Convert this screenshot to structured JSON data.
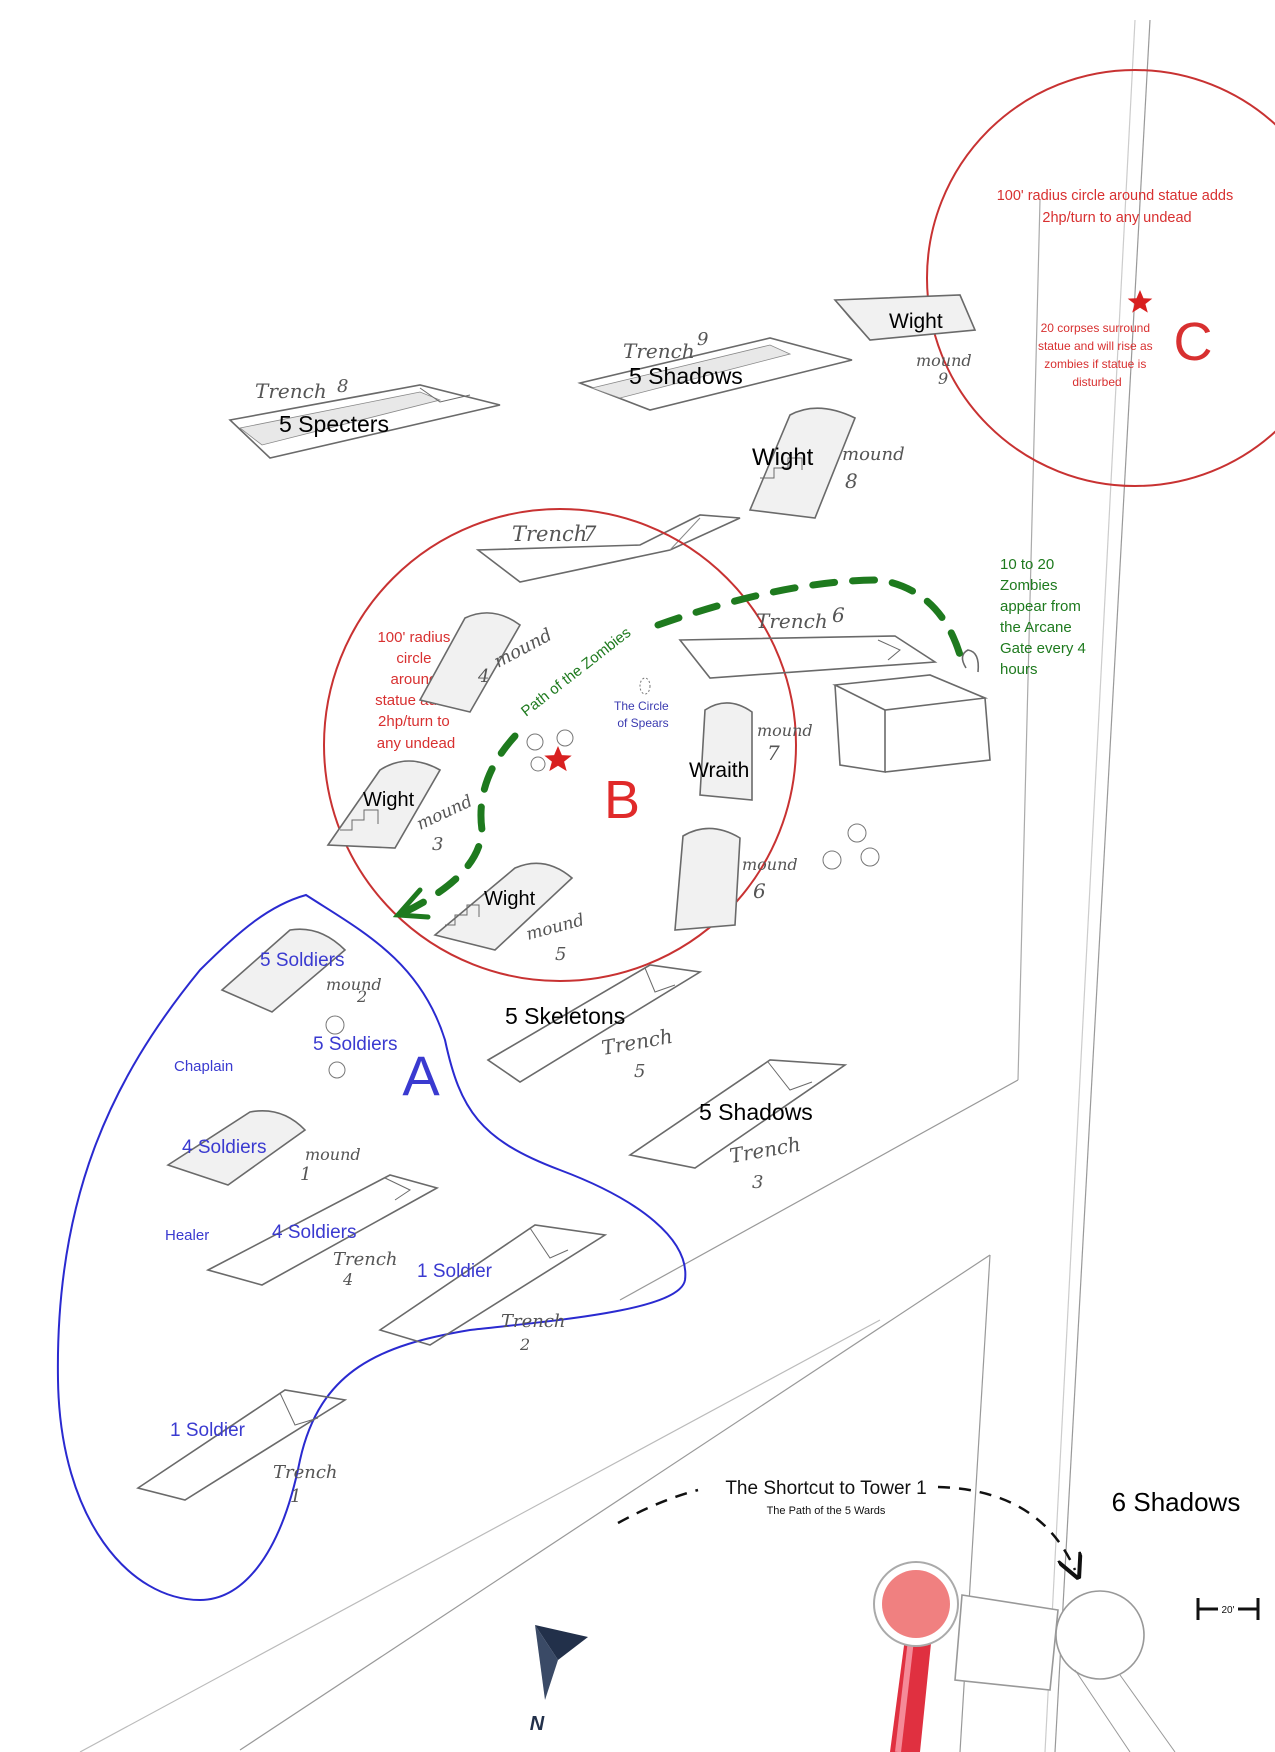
{
  "colors": {
    "pencil": "#6a6a6a",
    "zone_a": "#2a2ad0",
    "zone_b": "#c83232",
    "zone_c": "#d83030",
    "path_green": "#1e7a1e",
    "tower_red": "#f08080",
    "compass": "#22304a"
  },
  "zones": {
    "a": {
      "letter": "A"
    },
    "b": {
      "letter": "B",
      "note": [
        "100' radius",
        "circle",
        "around",
        "statue adds",
        "2hp/turn to",
        "any undead"
      ]
    },
    "c": {
      "letter": "C",
      "note": [
        "100' radius circle around statue adds",
        "2hp/turn to any undead"
      ],
      "corpses": [
        "20 corpses surround",
        "statue and will rise as",
        "zombies if statue is",
        "disturbed"
      ]
    }
  },
  "path": {
    "label": "Path of the Zombies",
    "zombies_note": [
      "10 to 20",
      "Zombies",
      "appear from",
      "the Arcane",
      "Gate every 4",
      "hours"
    ]
  },
  "circle_of_spears": [
    "The Circle",
    "of Spears"
  ],
  "features": {
    "trench8": {
      "name": [
        "Trench",
        "8"
      ],
      "occupants": "5 Specters"
    },
    "trench9": {
      "name": [
        "Trench",
        "9"
      ],
      "occupants": "5 Shadows"
    },
    "mound9": {
      "name": [
        "mound",
        "9"
      ],
      "occupants": "Wight"
    },
    "mound8": {
      "name": [
        "mound",
        "8"
      ],
      "occupants": "Wight"
    },
    "trench7": {
      "name": [
        "Trench",
        "7"
      ]
    },
    "trench6": {
      "name": [
        "Trench",
        "6"
      ]
    },
    "mound4": {
      "name": [
        "mound",
        "4"
      ]
    },
    "mound3": {
      "name": [
        "mound",
        "3"
      ],
      "occupants": "Wight"
    },
    "mound7": {
      "name": [
        "mound",
        "7"
      ],
      "occupants": "Wraith"
    },
    "mound5": {
      "name": [
        "mound",
        "5"
      ],
      "occupants": "Wight"
    },
    "mound6": {
      "name": [
        "mound",
        "6"
      ]
    },
    "mound2": {
      "name": [
        "mound",
        "2"
      ],
      "occupants": "5 Soldiers"
    },
    "extra_soldiers": "5 Soldiers",
    "trench5": {
      "name": [
        "Trench",
        "5"
      ],
      "occupants": "5 Skeletons"
    },
    "trench3": {
      "name": [
        "Trench",
        "3"
      ],
      "occupants": "5 Shadows"
    },
    "mound1": {
      "name": [
        "mound",
        "1"
      ],
      "occupants": "4  Soldiers"
    },
    "trench4": {
      "name": [
        "Trench",
        "4"
      ],
      "occupants": "4  Soldiers"
    },
    "trench2": {
      "name": [
        "Trench",
        "2"
      ],
      "occupants": "1 Soldier"
    },
    "trench1": {
      "name": [
        "Trench",
        "1"
      ],
      "occupants": "1 Soldier"
    }
  },
  "npcs": {
    "chaplain": "Chaplain",
    "healer": "Healer"
  },
  "shortcut": {
    "title": "The Shortcut to Tower 1",
    "subtitle": "The Path of the 5 Wards"
  },
  "tower_shadows": "6 Shadows",
  "scale": {
    "label": "20'"
  },
  "compass": {
    "label": "N"
  }
}
